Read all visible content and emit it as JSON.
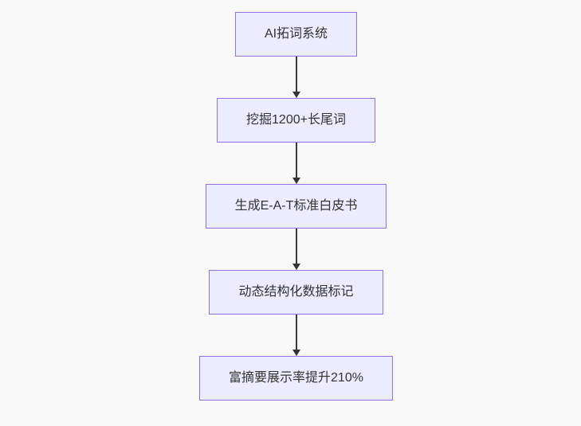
{
  "diagram": {
    "type": "flowchart-vertical",
    "background_color": "#f8f8f8",
    "node_fill_color": "#ECECFF",
    "node_border_color": "#9370DB",
    "text_color": "#333333",
    "arrow_color": "#333333",
    "nodes": [
      {
        "label": "AI拓词系统"
      },
      {
        "label": "挖掘1200+长尾词"
      },
      {
        "label": "生成E-A-T标准白皮书"
      },
      {
        "label": "动态结构化数据标记"
      },
      {
        "label": "富摘要展示率提升210%"
      }
    ],
    "edges": [
      {
        "from": 0,
        "to": 1
      },
      {
        "from": 1,
        "to": 2
      },
      {
        "from": 2,
        "to": 3
      },
      {
        "from": 3,
        "to": 4
      }
    ]
  }
}
